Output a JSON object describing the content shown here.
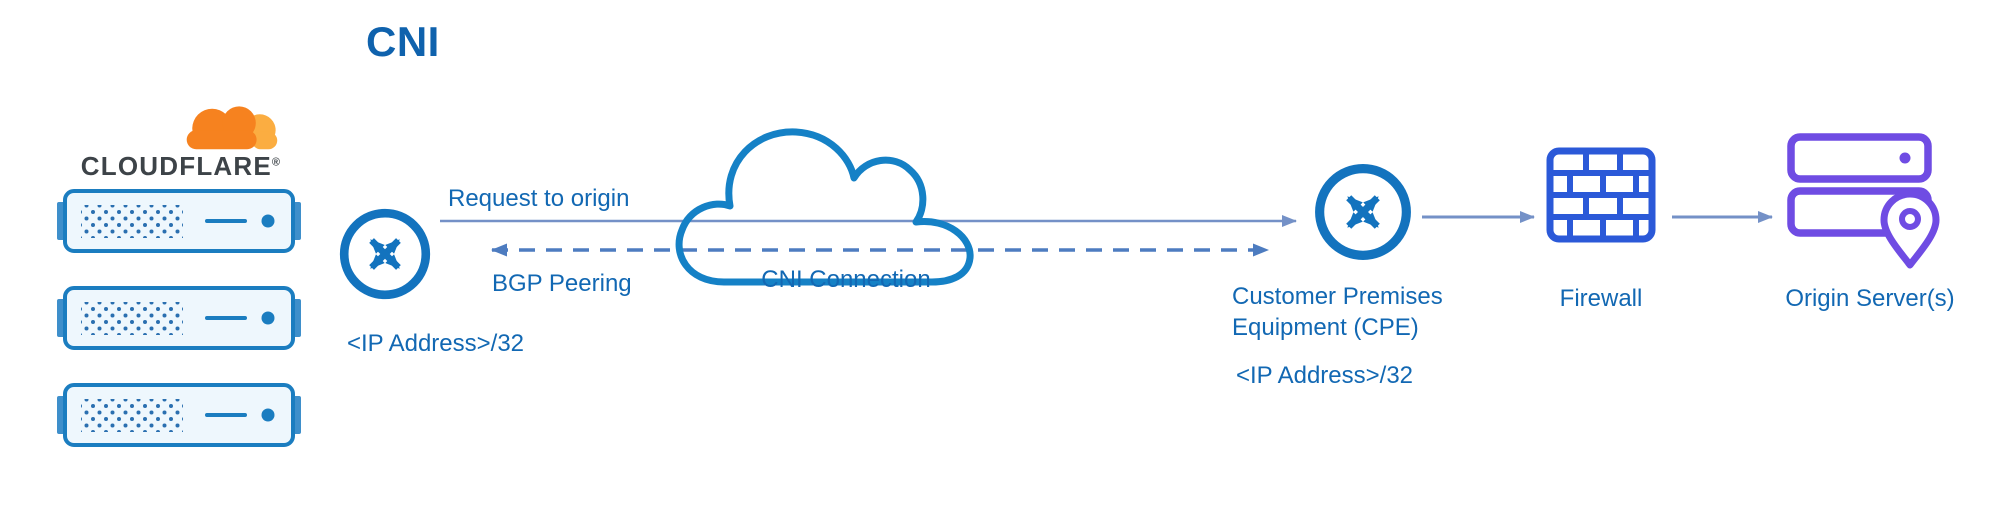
{
  "title": "CNI",
  "cloudflare": {
    "brand": "CLOUDFLARE",
    "registered": "®"
  },
  "edge_servers": {
    "count": 3
  },
  "edge_router": {
    "ip_label": "<IP Address>/32"
  },
  "flows": {
    "request": "Request to origin",
    "bgp": "BGP Peering"
  },
  "cloud": {
    "label": "CNI Connection"
  },
  "cpe": {
    "name_line1": "Customer Premises",
    "name_line2": "Equipment (CPE)",
    "ip_label": "<IP Address>/32"
  },
  "firewall": {
    "label": "Firewall"
  },
  "origin": {
    "label": "Origin Server(s)"
  },
  "colors": {
    "label_blue": "#1268b3",
    "icon_blue": "#1373be",
    "cloud_blue": "#1581c6",
    "connector_slate": "#7491c7",
    "dashed_blue": "#4d7cc0",
    "firewall_blue": "#2b59d8",
    "origin_purple": "#6f4ce3",
    "cloudflare_orange": "#f6821f",
    "cloudflare_orange_light": "#fbad41",
    "server_fill": "#eef7fd",
    "server_stroke": "#1b7dc0"
  }
}
